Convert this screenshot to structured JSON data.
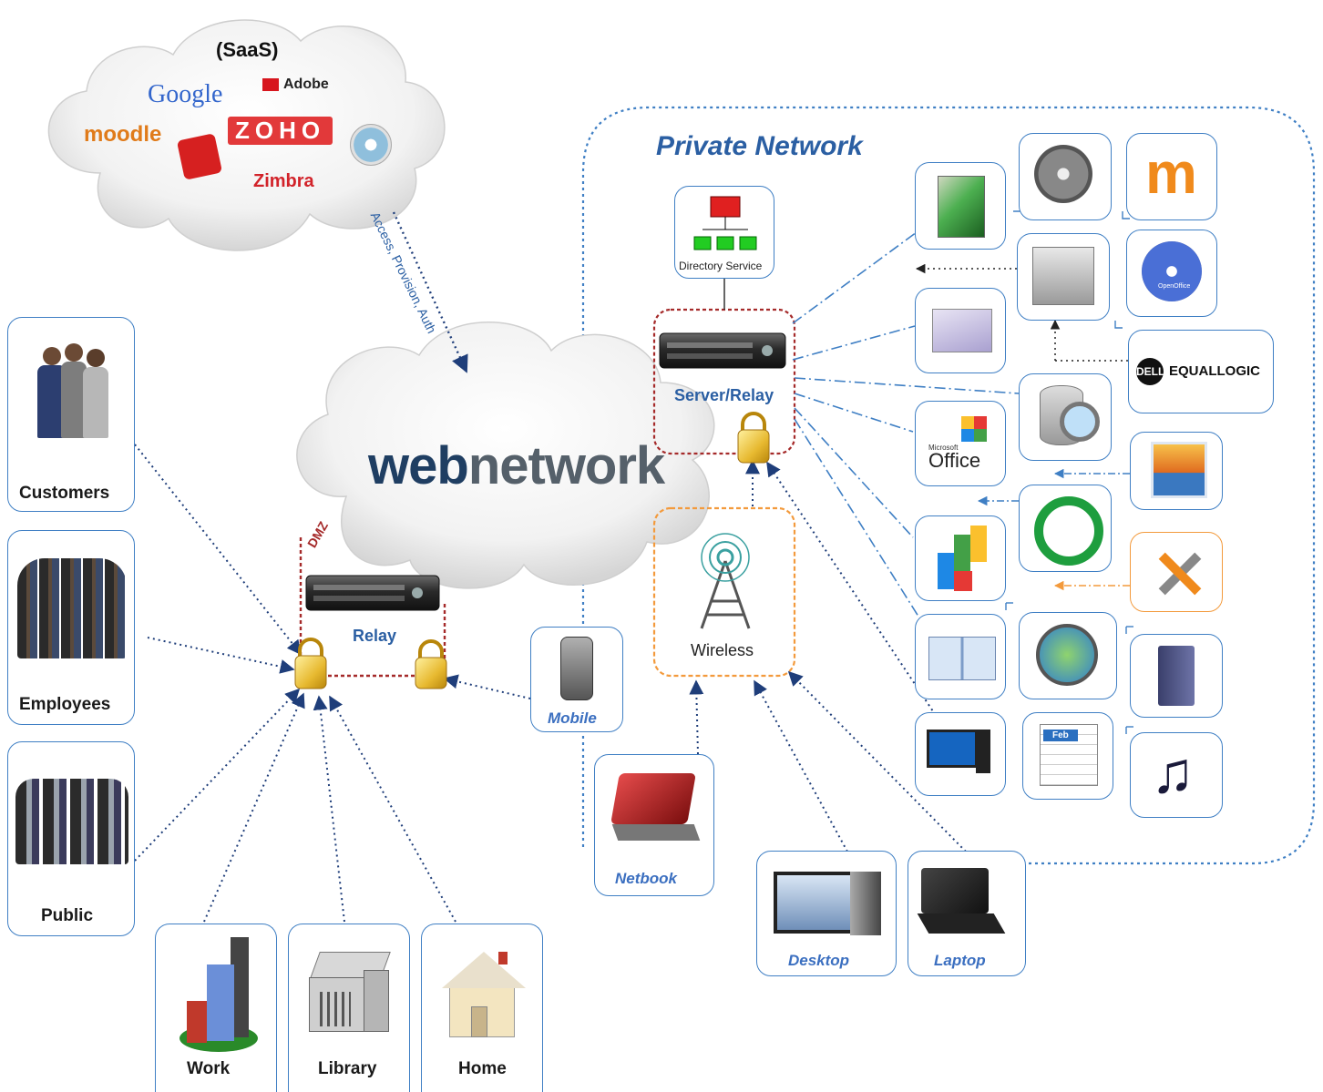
{
  "saas_cloud": {
    "title": "(SaaS)",
    "providers": [
      "Google",
      "Adobe",
      "moodle",
      "ZOHO",
      "Zimbra"
    ]
  },
  "link_label": "Access, Provision, Auth",
  "webnetwork": {
    "part1": "web",
    "part2": "network"
  },
  "dmz_label": "DMZ",
  "relay_label": "Relay",
  "user_groups": [
    "Customers",
    "Employees",
    "Public"
  ],
  "locations": [
    "Work",
    "Library",
    "Home"
  ],
  "private_network": {
    "title": "Private Network",
    "directory_service": "Directory Service",
    "server_relay": "Server/Relay",
    "wireless": "Wireless",
    "office_label": "Office",
    "office_small": "Microsoft",
    "calendar_month": "Feb",
    "openoffice_label": "OpenOffice",
    "dell_equallogic": {
      "dell": "DELL",
      "product": "EQUALLOGIC"
    }
  },
  "devices": [
    "Mobile",
    "Netbook",
    "Desktop",
    "Laptop"
  ],
  "colors": {
    "box_border": "#3f7fc4",
    "dmz_border": "#a52a2a",
    "wireless_border": "#f39a3c",
    "label_blue": "#3b6fc0",
    "webnetwork_dark": "#1f3e62",
    "webnetwork_grey": "#55606a"
  }
}
